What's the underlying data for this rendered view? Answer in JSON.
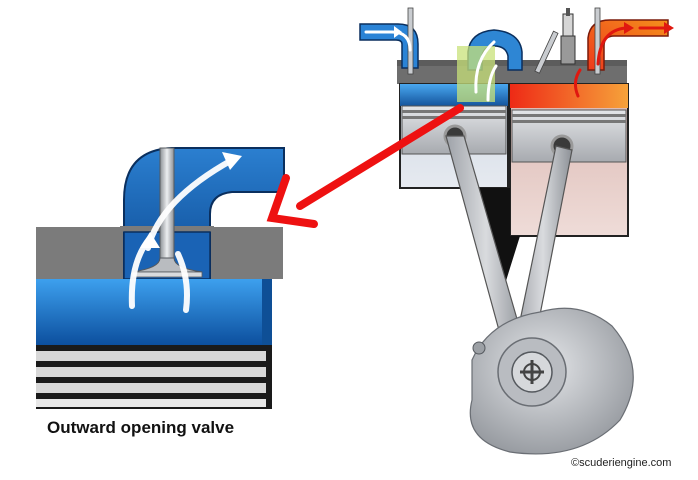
{
  "caption": "Outward opening valve",
  "credit": "©scuderiengine.com",
  "colors": {
    "intake_blue": "#1f7fd0",
    "exhaust_red": "#e8361e",
    "pointer_red": "#ee1111",
    "head_gray": "#7d7d7d",
    "piston_silver": "#c9ccd0",
    "highlight_green": "#c8e27a"
  },
  "icons": [
    "intake-flow-arrow",
    "exhaust-flow-arrow",
    "spark-plug",
    "zoom-pointer-arrow"
  ]
}
